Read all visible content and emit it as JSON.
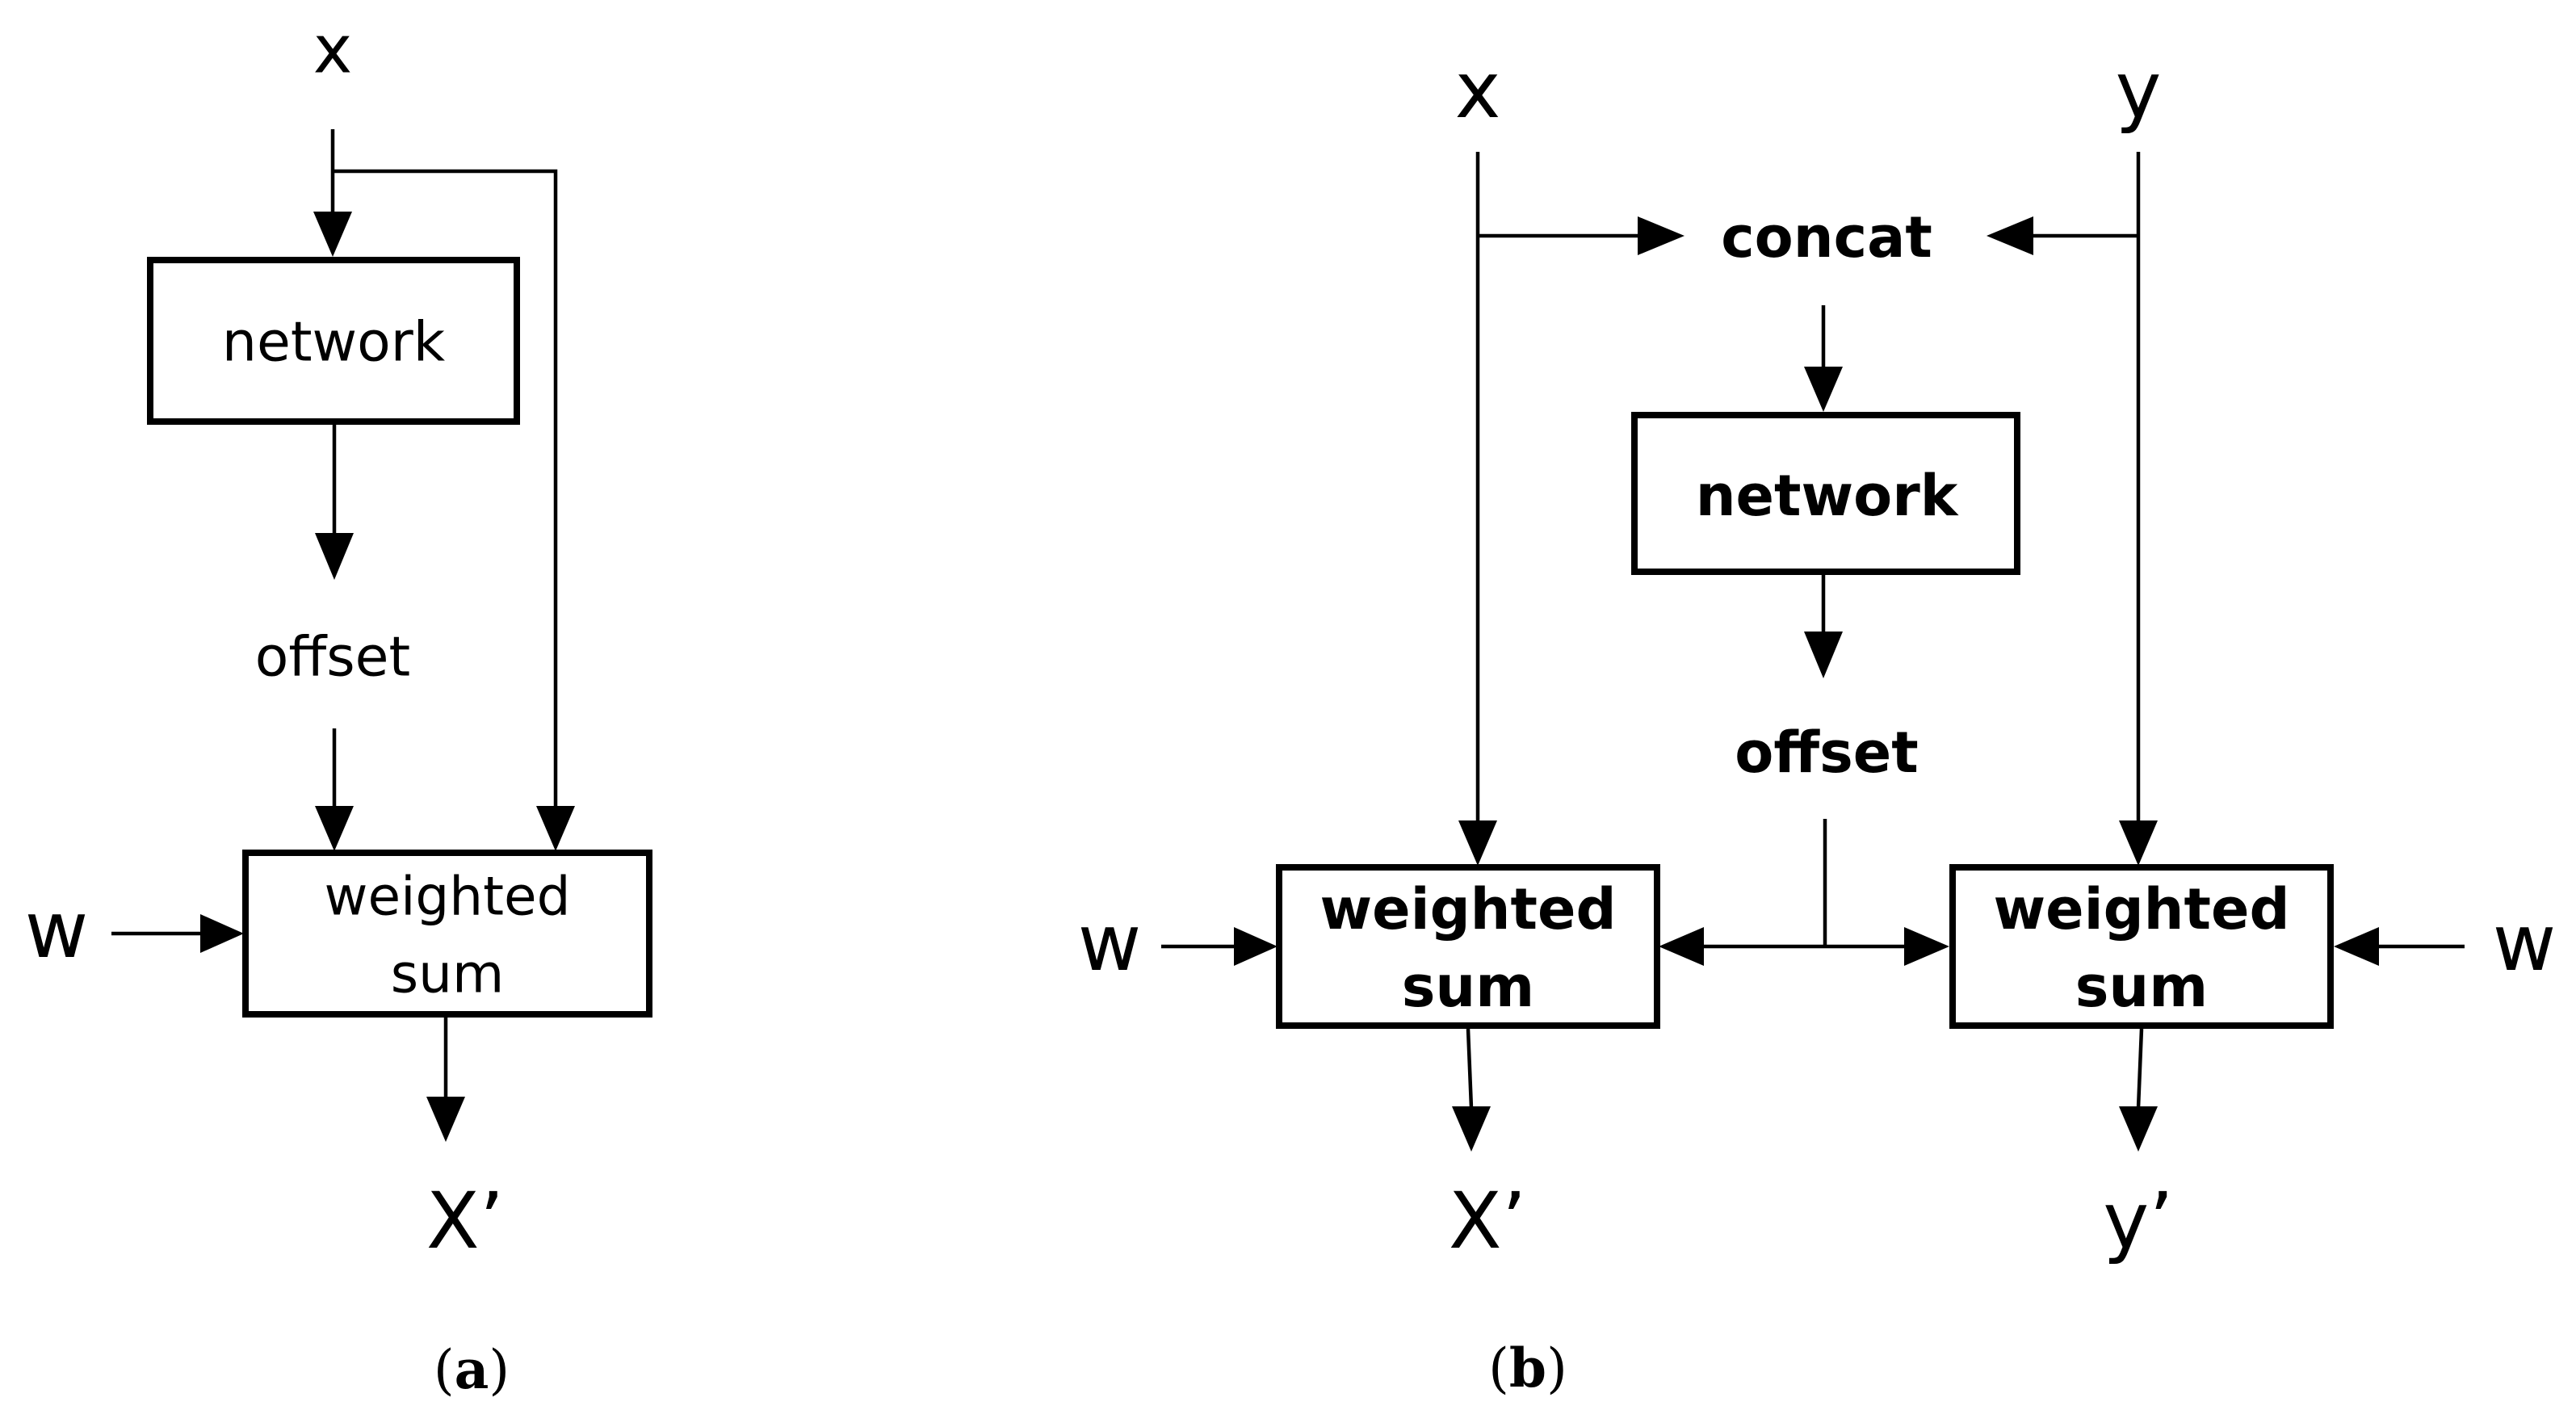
{
  "panel_a": {
    "input_label": "x",
    "network_label": "network",
    "offset_label": "offset",
    "weight_label": "w",
    "weighted_sum_line1": "weighted",
    "weighted_sum_line2": "sum",
    "output_label": "X’",
    "caption_paren_open": "(",
    "caption_letter": "a",
    "caption_paren_close": ")"
  },
  "panel_b": {
    "input_x_label": "x",
    "input_y_label": "y",
    "concat_label": "concat",
    "network_label": "network",
    "offset_label": "offset",
    "weight_left_label": "w",
    "weight_right_label": "w",
    "weighted_sum_left_line1": "weighted",
    "weighted_sum_left_line2": "sum",
    "weighted_sum_right_line1": "weighted",
    "weighted_sum_right_line2": "sum",
    "output_x_label": "X’",
    "output_y_label": "y’",
    "caption_paren_open": "(",
    "caption_letter": "b",
    "caption_paren_close": ")"
  }
}
